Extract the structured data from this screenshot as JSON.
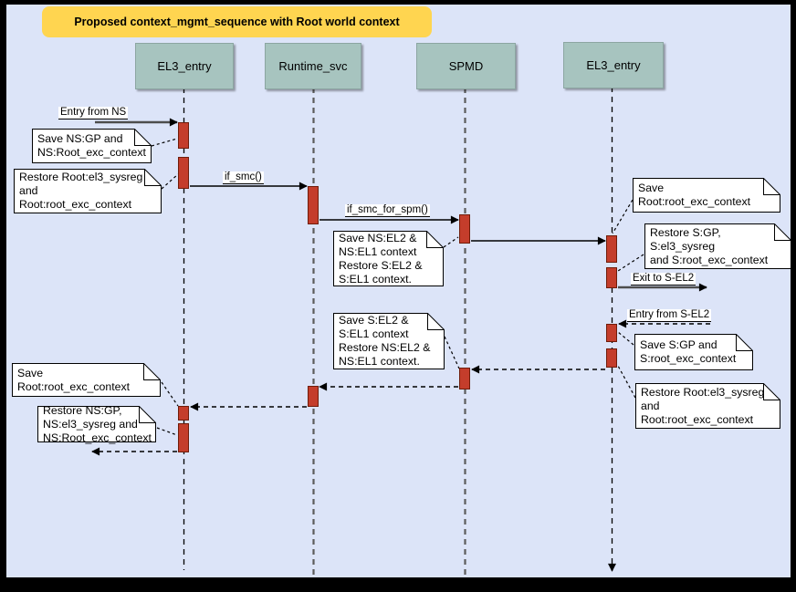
{
  "title": "Proposed context_mgmt_sequence with Root world context",
  "lifelines": [
    {
      "name": "EL3_entry"
    },
    {
      "name": "Runtime_svc"
    },
    {
      "name": "SPMD"
    },
    {
      "name": "EL3_entry"
    }
  ],
  "messages": {
    "entry_from_ns": "Entry from NS",
    "if_smc": "if_smc()",
    "if_smc_for_spm": "if_smc_for_spm()",
    "exit_to_sel2": "Exit to S-EL2",
    "entry_from_sel2": "Entry from S-EL2"
  },
  "notes": {
    "save_ns_gp": "Save NS:GP and\nNS:Root_exc_context",
    "restore_root_ctx_left_top": "Restore Root:el3_sysreg\nand\nRoot:root_exc_context",
    "save_ns_el2": "Save NS:EL2 &\nNS:EL1 context\nRestore S:EL2 &\nS:EL1 context.",
    "save_root_exc_right": "Save Root:root_exc_context",
    "restore_s_gp": "Restore S:GP, S:el3_sysreg\nand S:root_exc_context",
    "save_s_gp": "Save S:GP and\nS:root_exc_context",
    "restore_root_ctx_right": "Restore Root:el3_sysreg\nand\nRoot:root_exc_context",
    "save_s_el2": "Save S:EL2 &\nS:EL1 context\nRestore NS:EL2 &\nNS:EL1 context.",
    "save_root_exc_left": "Save Root:root_exc_context",
    "restore_ns_gp": "Restore NS:GP,\nNS:el3_sysreg and\nNS:Root_exc_context"
  },
  "colors": {
    "background": "#dce4f8",
    "frame": "#000000",
    "title_bg": "#ffd550",
    "header_fill": "#a7c4bf",
    "activation_fill": "#c43d2b",
    "activation_border": "#701c09"
  }
}
